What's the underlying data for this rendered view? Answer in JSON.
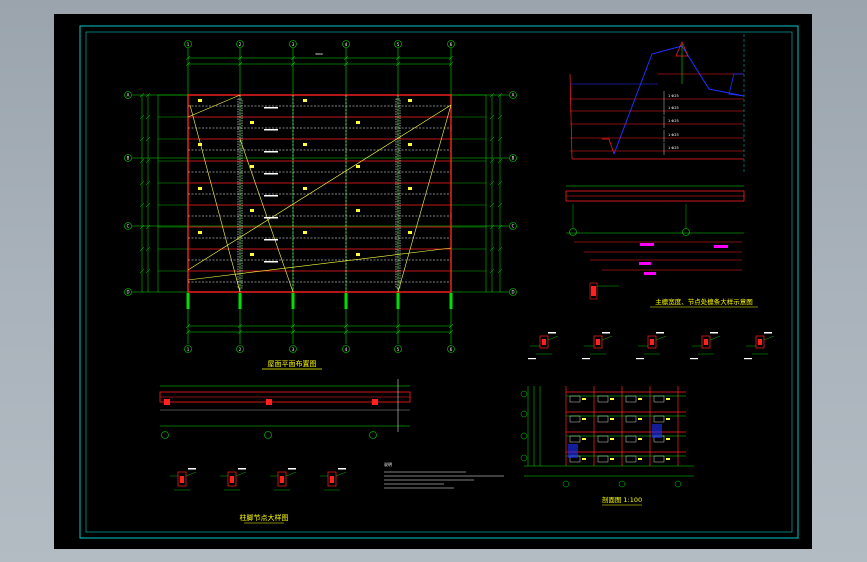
{
  "colors": {
    "background": "#000000",
    "frame": "#00c8c8",
    "grid": "#00e000",
    "beam": "#ff2020",
    "brace": "#ffff40",
    "label": "#ffffff",
    "title": "#ffff00",
    "magenta": "#ff00ff",
    "blue": "#2030ff"
  },
  "plan": {
    "title": "屋面平面布置图",
    "column_axes": [
      "1",
      "2",
      "3",
      "4",
      "5",
      "6"
    ],
    "row_axes": [
      "A",
      "B",
      "C",
      "D"
    ],
    "span_label": "3600"
  },
  "detail": {
    "title": "主檩宽度、节点处檩条大样示意图",
    "levels": [
      "1 Φ25",
      "1 Φ25",
      "1 Φ25",
      "1 Φ25",
      "1 Φ25"
    ]
  },
  "elevation": {
    "title": "柱脚节点大样图"
  },
  "section": {
    "title": "剖面图 1:100"
  },
  "notes": {
    "heading": "说明"
  }
}
